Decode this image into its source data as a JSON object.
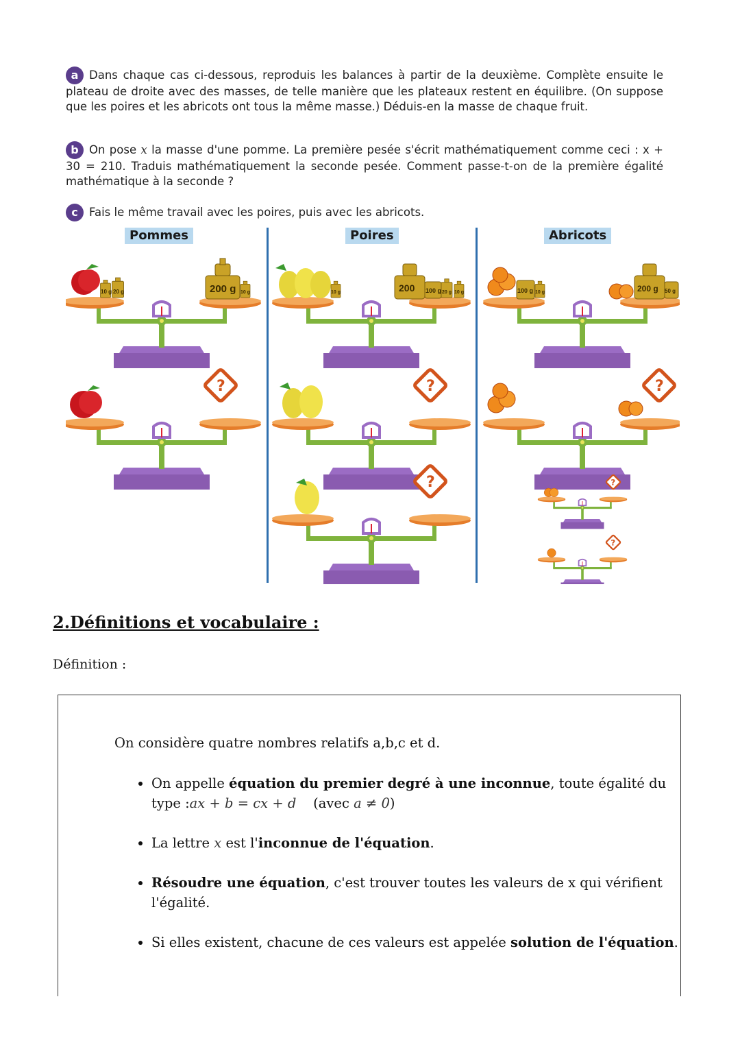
{
  "exercise": {
    "a": {
      "badge": "a",
      "text": "Dans chaque cas ci-dessous, reproduis les balances à partir de la deuxième. Complète ensuite le plateau de droite avec des masses, de telle manière que les plateaux restent en équilibre. (On suppose que les poires et les abricots ont tous la même masse.) Déduis-en la masse de chaque fruit."
    },
    "b": {
      "badge": "b",
      "text_1": "On pose ",
      "var": "x",
      "text_2": " la masse d'une pomme. La première pesée s'écrit mathématiquement comme ceci : ",
      "equation": "x + 30 = 210",
      "text_3": ". Traduis mathématiquement la seconde pesée. Comment passe-t-on de la première égalité mathématique à la seconde ?"
    },
    "c": {
      "badge": "c",
      "text": "Fais le même travail avec les poires, puis avec les abricots."
    }
  },
  "figure": {
    "columns": [
      {
        "label": "Pommes"
      },
      {
        "label": "Poires"
      },
      {
        "label": "Abricots"
      }
    ],
    "weights": {
      "pommes_10": "10 g",
      "pommes_20": "20 g",
      "pommes_200": "200 g",
      "pommes_10b": "10 g",
      "poires_10": "10 g",
      "poires_200": "200",
      "poires_100": "100 g",
      "poires_20": "20 g",
      "poires_10b": "10 g",
      "abricots_100": "100 g",
      "abricots_10": "10 g",
      "abricots_200": "200 g",
      "abricots_50": "50 g"
    },
    "unknown_symbol": "?"
  },
  "section": {
    "title": "2.Définitions et vocabulaire :"
  },
  "definition": {
    "label": "Définition :",
    "intro": "On considère quatre nombres relatifs a,b,c et d.",
    "item1": {
      "text_1": "On appelle ",
      "bold": "équation du premier degré à une inconnue",
      "text_2": ", toute égalité du type :",
      "formula": "ax + b = cx + d",
      "condition_1": "(avec ",
      "condition_math": "a ≠ 0",
      "condition_2": ")"
    },
    "item2": {
      "text_1": "La lettre ",
      "var": "x",
      "text_2": " est l'",
      "bold": "inconnue de l'équation",
      "text_3": "."
    },
    "item3": {
      "bold": "Résoudre une équation",
      "text": ", c'est trouver toutes les valeurs de x qui vérifient l'égalité."
    },
    "item4": {
      "text": "Si elles existent, chacune de ces valeurs est appelée ",
      "bold": "solution de l'équation",
      "end": "."
    }
  }
}
